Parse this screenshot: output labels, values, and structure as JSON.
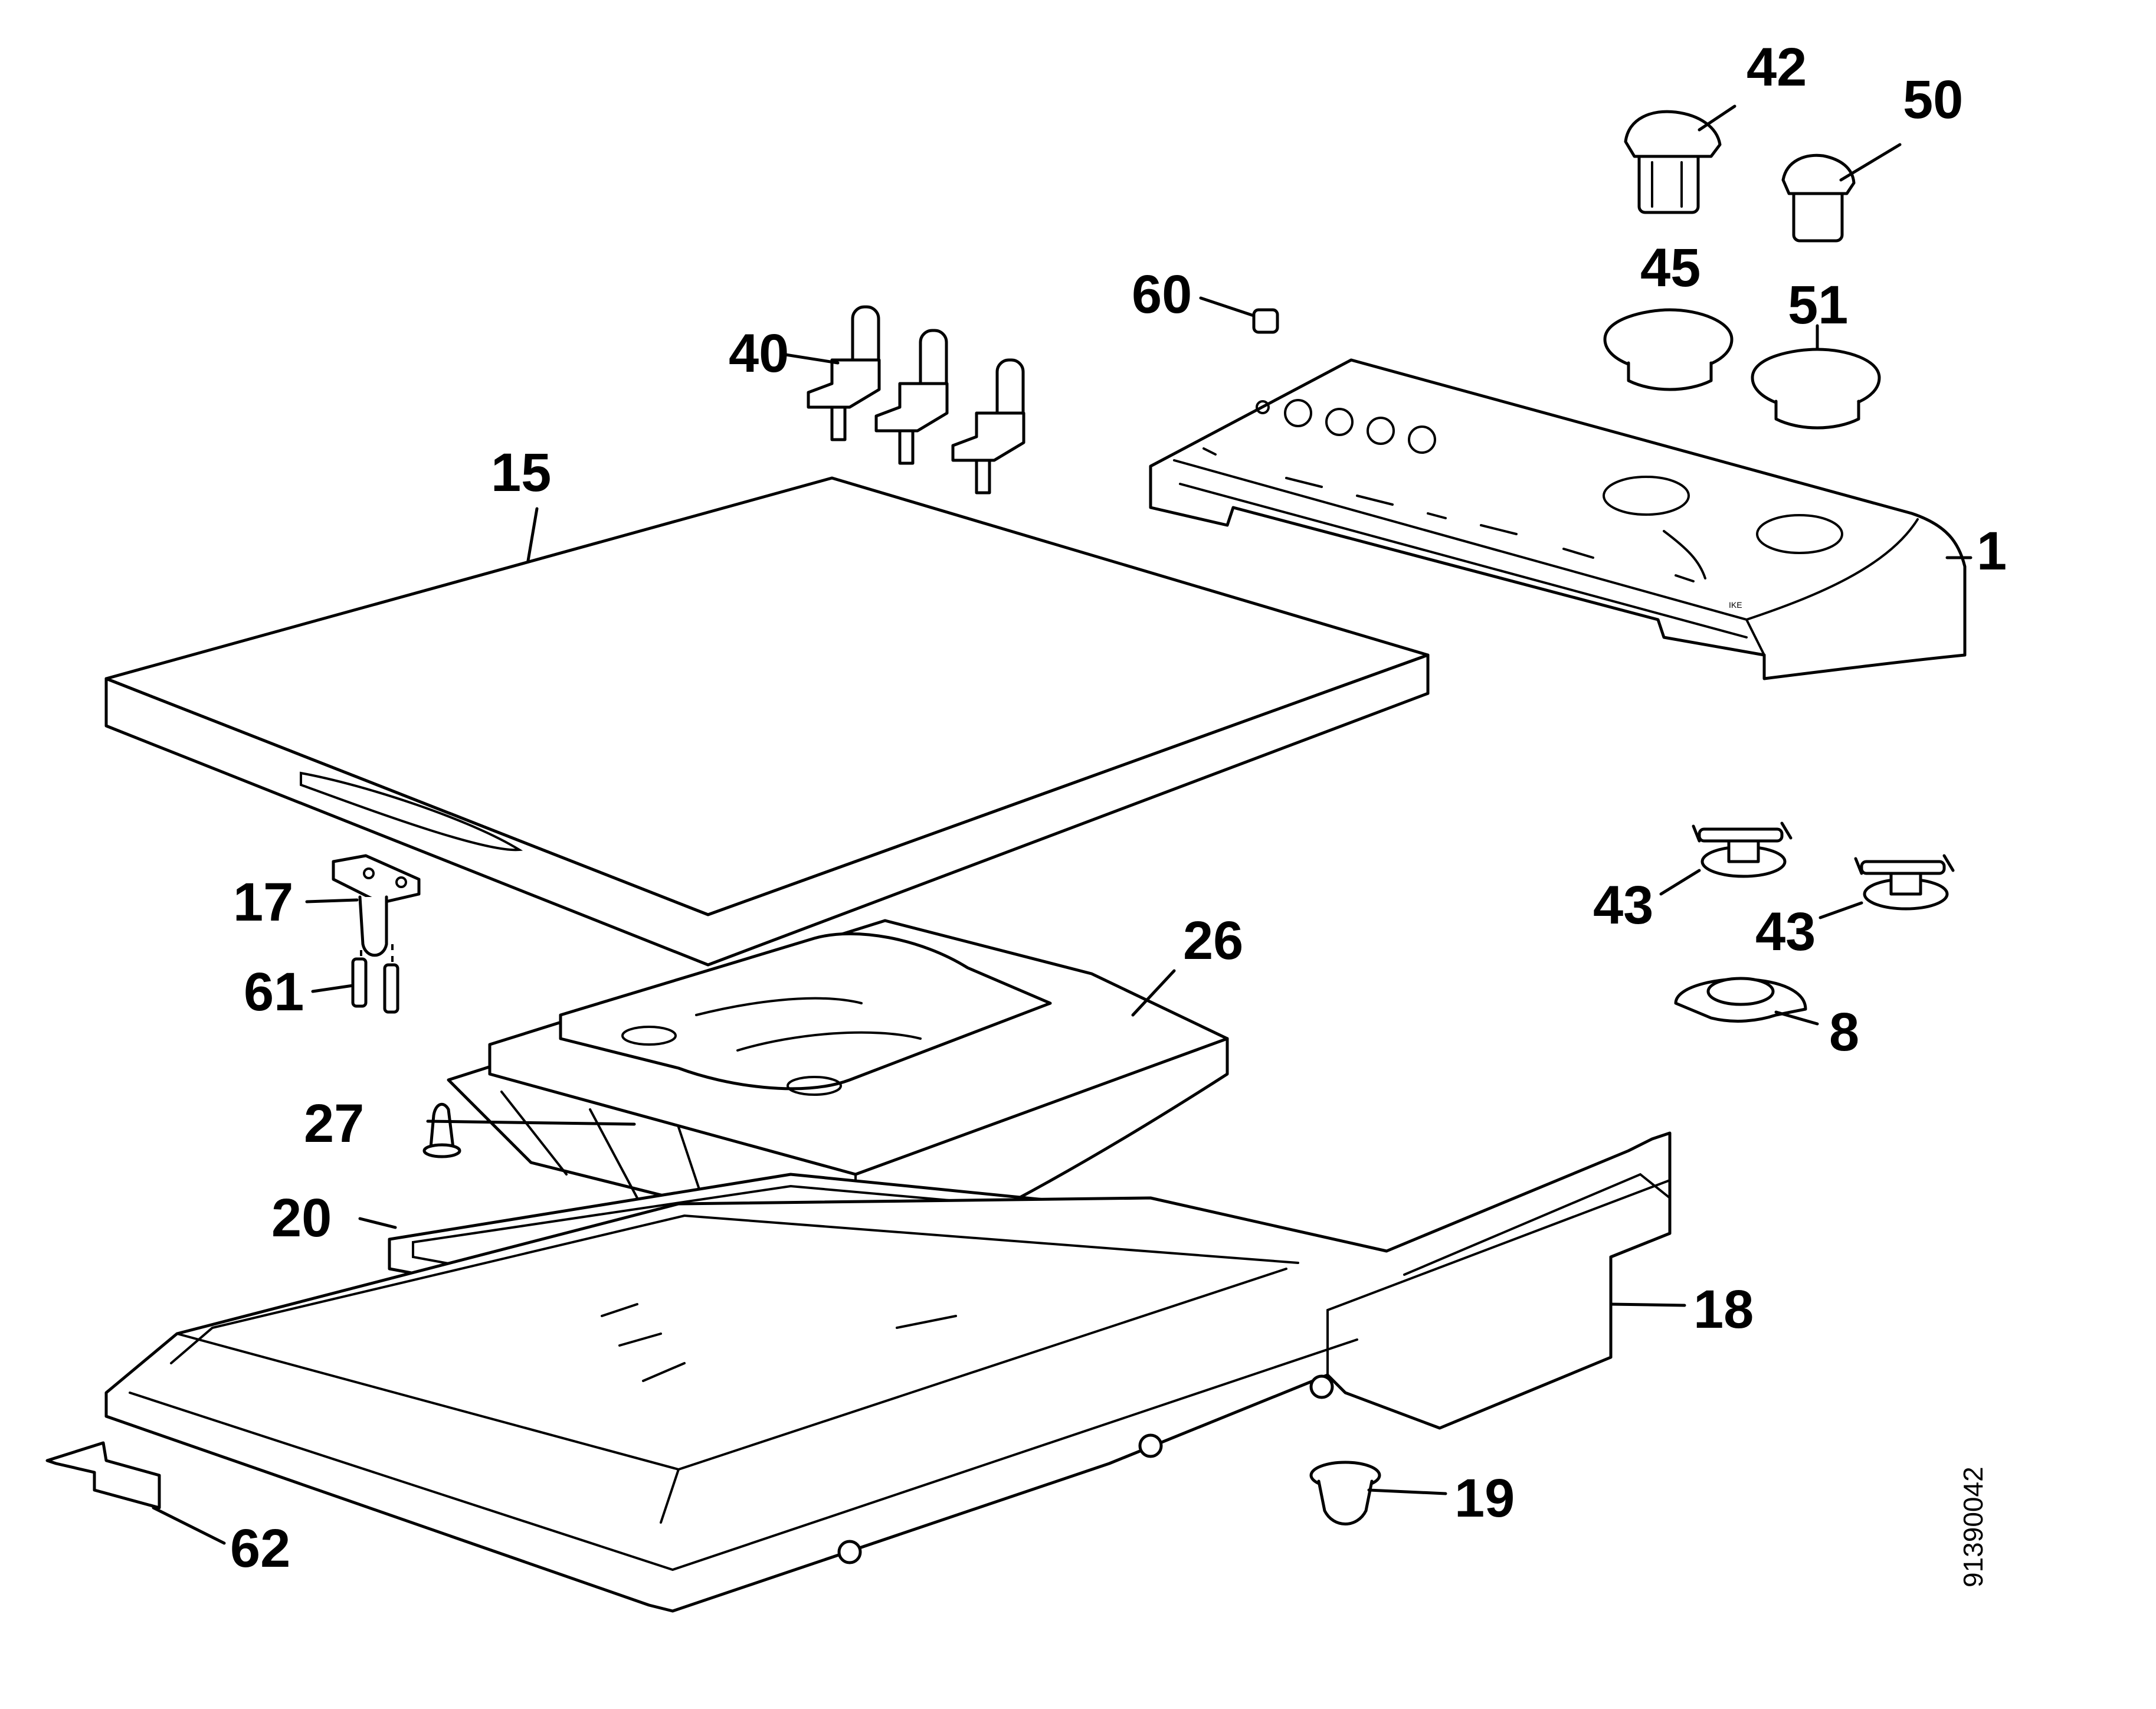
{
  "labels": {
    "p1": "1",
    "p8": "8",
    "p15": "15",
    "p17": "17",
    "p18": "18",
    "p19": "19",
    "p20": "20",
    "p26": "26",
    "p27": "27",
    "p40": "40",
    "p42": "42",
    "p43a": "43",
    "p43b": "43",
    "p45": "45",
    "p50": "50",
    "p51": "51",
    "p60": "60",
    "p61": "61",
    "p62": "62"
  },
  "drawing_code": "91390042"
}
